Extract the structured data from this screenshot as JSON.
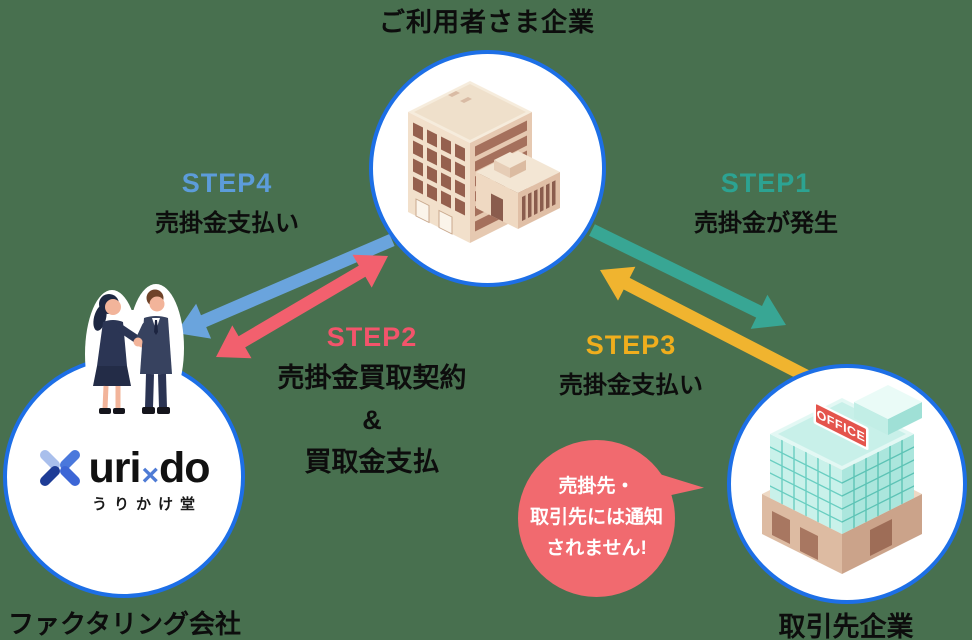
{
  "nodes": {
    "user_company": {
      "label": "ご利用者さま企業"
    },
    "factoring_company": {
      "label": "ファクタリング会社",
      "logo": {
        "uri": "uri",
        "x": "×",
        "do": "do",
        "sub": "うりかけ堂"
      }
    },
    "client_company": {
      "label": "取引先企業",
      "sign": "OFFICE"
    }
  },
  "steps": {
    "step1": {
      "label": "STEP1",
      "desc": "売掛金が発生"
    },
    "step2": {
      "label": "STEP2",
      "desc1": "売掛金買取契約&",
      "desc2": "買取金支払"
    },
    "step3": {
      "label": "STEP3",
      "desc": "売掛金支払い"
    },
    "step4": {
      "label": "STEP4",
      "desc": "売掛金支払い"
    }
  },
  "bubble": {
    "line1": "売掛先・",
    "line2": "取引先には通知",
    "line3": "されません!"
  },
  "colors": {
    "background": "#48704F",
    "circle-border": "#1D6FE6",
    "ink": "#0D0D0D",
    "arrow-step1": "#38A694",
    "arrow-step2": "#F2606E",
    "arrow-step3": "#F0B42F",
    "arrow-step4": "#6AA4DD",
    "label-step1": "#2CA392",
    "label-step2": "#F3546B",
    "label-step3": "#F0AE1D",
    "label-step4": "#5C9CDA",
    "bubble": "#F16A6F"
  }
}
